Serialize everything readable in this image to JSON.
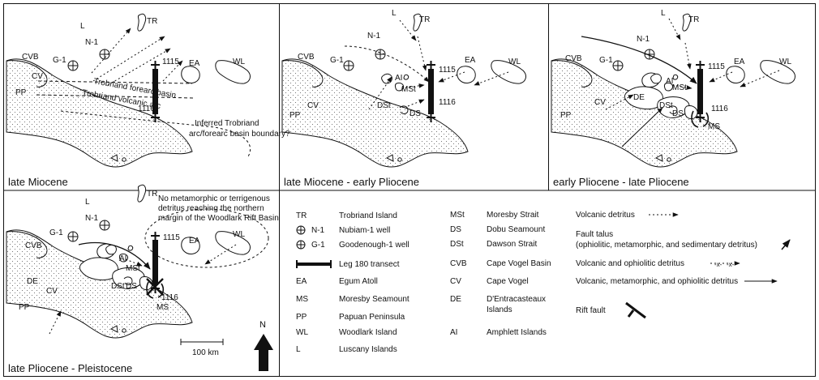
{
  "panels": [
    {
      "title": "late Miocene",
      "labels": {
        "l": "L",
        "n1": "N-1",
        "tr": "TR",
        "g1": "G-1",
        "cvb": "CVB",
        "s1115": "1115",
        "ea": "EA",
        "wl": "WL",
        "cv": "CV",
        "pp": "PP",
        "s1116": "1116"
      },
      "notes": {
        "forearc": "Trobriand forearc basin",
        "volcanic": "Trobriand volcanic arc",
        "boundary1": "Inferred Trobriand",
        "boundary2": "arc/forearc basin boundary?"
      }
    },
    {
      "title": "late Miocene - early Pliocene",
      "labels": {
        "l": "L",
        "n1": "N-1",
        "tr": "TR",
        "g1": "G-1",
        "cvb": "CVB",
        "s1115": "1115",
        "ea": "EA",
        "wl": "WL",
        "cv": "CV",
        "pp": "PP",
        "s1116": "1116",
        "ai": "AI",
        "mst": "MSt",
        "dst": "DSt",
        "ds": "DS"
      }
    },
    {
      "title": "early Pliocene - late Pliocene",
      "labels": {
        "l": "L",
        "n1": "N-1",
        "tr": "TR",
        "g1": "G-1",
        "cvb": "CVB",
        "s1115": "1115",
        "ea": "EA",
        "wl": "WL",
        "cv": "CV",
        "pp": "PP",
        "s1116": "1116",
        "ai": "AI",
        "mst": "MSt",
        "dst": "DSt",
        "ds": "DS",
        "de": "DE",
        "ms": "MS"
      }
    },
    {
      "title": "late Pliocene - Pleistocene",
      "labels": {
        "l": "L",
        "n1": "N-1",
        "tr": "TR",
        "g1": "G-1",
        "cvb": "CVB",
        "s1115": "1115",
        "ea": "EA",
        "wl": "WL",
        "cv": "CV",
        "pp": "PP",
        "s1116": "1116",
        "ai": "AI",
        "mst": "MSt",
        "dst": "DSt",
        "ds": "DS",
        "de": "DE",
        "ms": "MS"
      },
      "notes": {
        "detritus1": "No metamorphic or terrigenous",
        "detritus2": "detritus reaching the northern",
        "detritus3": "margin of the Woodlark Rift Basin"
      },
      "scale": "100 km",
      "north": "N"
    }
  ],
  "legend": {
    "col1": [
      {
        "code": "TR",
        "name": "Trobriand Island"
      },
      {
        "code": "N-1",
        "name": "Nubiam-1 well"
      },
      {
        "code": "G-1",
        "name": "Goodenough-1 well"
      },
      {
        "code": "",
        "name": "Leg 180 transect"
      },
      {
        "code": "EA",
        "name": "Egum Atoll"
      },
      {
        "code": "MS",
        "name": "Moresby Seamount"
      },
      {
        "code": "PP",
        "name": "Papuan Peninsula"
      },
      {
        "code": "WL",
        "name": "Woodlark Island"
      },
      {
        "code": "L",
        "name": "Luscany Islands"
      }
    ],
    "col2": [
      {
        "code": "MSt",
        "name": "Moresby Strait"
      },
      {
        "code": "DS",
        "name": "Dobu Seamount"
      },
      {
        "code": "DSt",
        "name": "Dawson Strait"
      },
      {
        "code": "CVB",
        "name": "Cape Vogel Basin"
      },
      {
        "code": "CV",
        "name": "Cape Vogel"
      },
      {
        "code": "DE",
        "name": "D'Entracasteaux"
      },
      {
        "code": "",
        "name": "Islands"
      },
      {
        "code": "AI",
        "name": "Amphlett Islands"
      }
    ],
    "col3": [
      {
        "name": "Volcanic detritus"
      },
      {
        "name": "Fault talus"
      },
      {
        "name": "(ophiolitic, metamorphic, and sedimentary detritus)"
      },
      {
        "name": "Volcanic and ophiolitic detritus"
      },
      {
        "name": "Volcanic, metamorphic, and ophiolitic detritus"
      },
      {
        "name": "Rift fault"
      }
    ]
  }
}
